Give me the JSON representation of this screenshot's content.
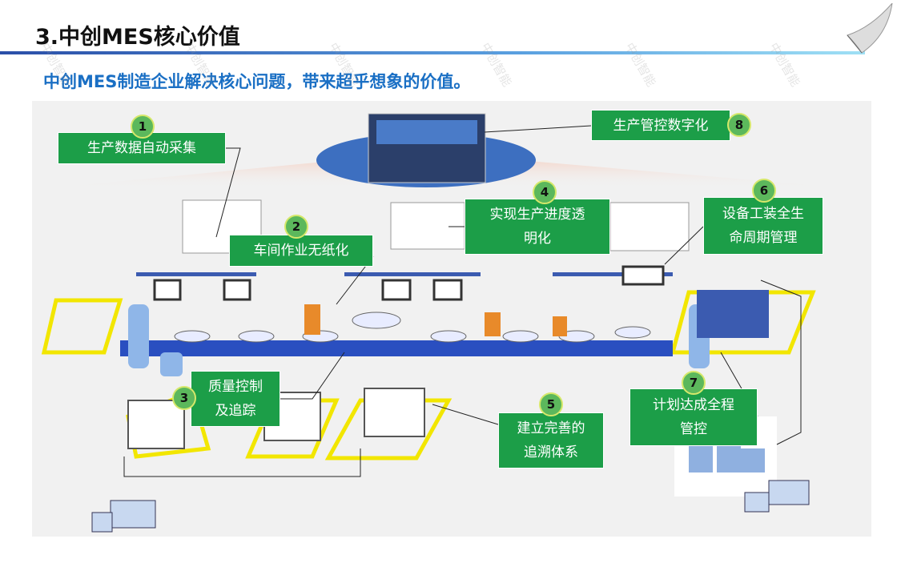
{
  "header": {
    "title": "3.中创MES核心价值",
    "subtitle": "中创MES制造企业解决核心问题，带来超乎想象的价值。",
    "watermark": "中创智能"
  },
  "values": [
    {
      "num": "1",
      "label": "生产数据自动采集"
    },
    {
      "num": "2",
      "label": "车间作业无纸化"
    },
    {
      "num": "3",
      "label": "质量控制\n及追踪"
    },
    {
      "num": "4",
      "label": "实现生产进度透\n明化"
    },
    {
      "num": "5",
      "label": "建立完善的\n追溯体系"
    },
    {
      "num": "6",
      "label": "设备工装全生\n命周期管理"
    },
    {
      "num": "7",
      "label": "计划达成全程\n管控"
    },
    {
      "num": "8",
      "label": "生产管控数字化"
    }
  ],
  "colors": {
    "box": "#1c9e48",
    "accent": "#1a6fc4",
    "conveyor": "#2a4fc0",
    "zone": "#f2e600"
  }
}
